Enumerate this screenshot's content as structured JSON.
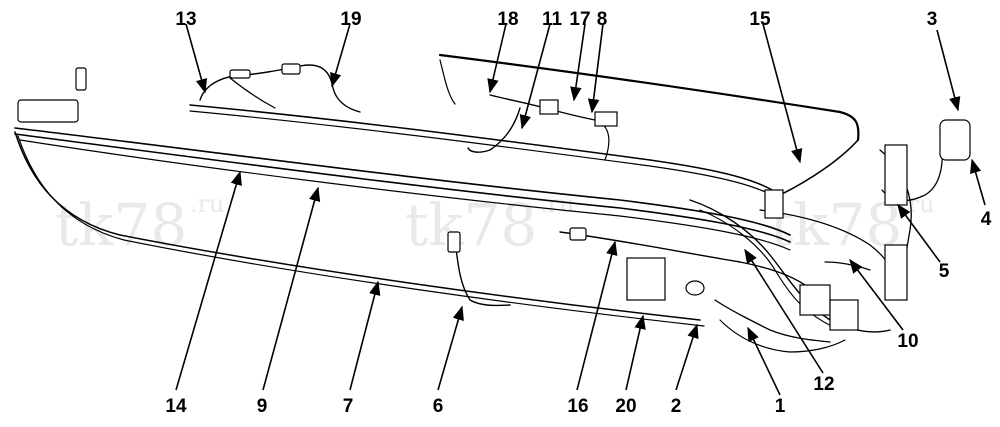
{
  "watermark": {
    "main": "tk78",
    "suffix": ".ru"
  },
  "callouts": [
    "1",
    "2",
    "3",
    "4",
    "5",
    "6",
    "7",
    "8",
    "9",
    "10",
    "11",
    "12",
    "13",
    "14",
    "15",
    "16",
    "17",
    "18",
    "19",
    "20"
  ]
}
